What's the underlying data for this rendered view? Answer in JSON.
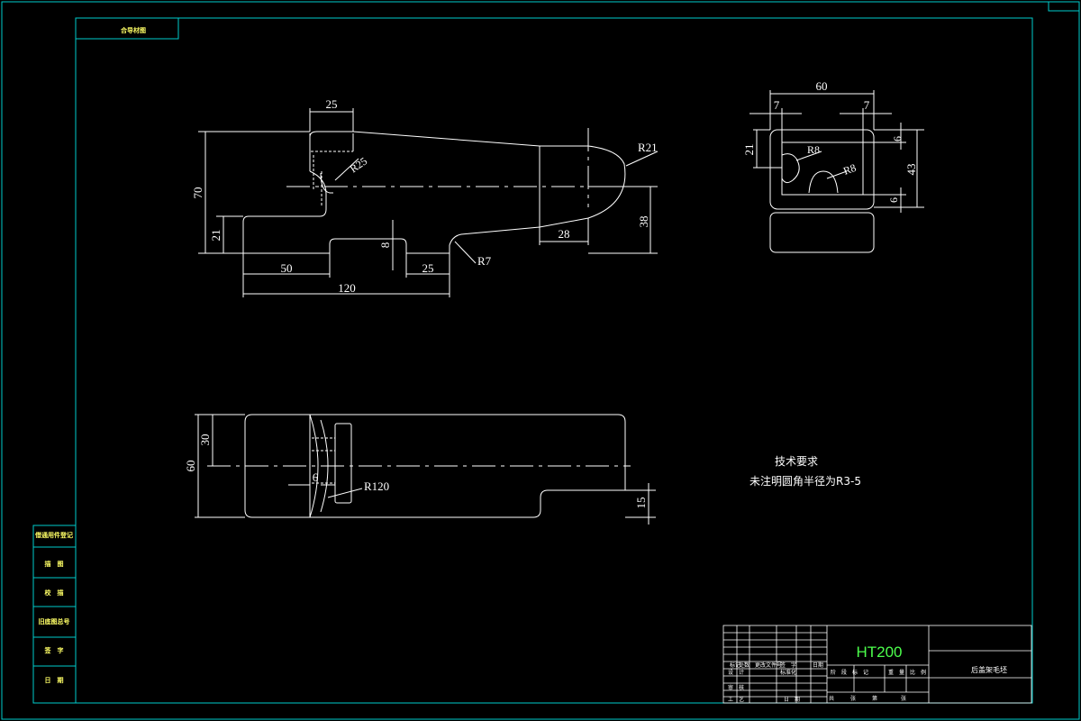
{
  "colors": {
    "background": "#000000",
    "frame": "#00cccc",
    "outline": "#ffffff",
    "material": "#4cff4c",
    "side_labels": "#ffff66"
  },
  "corner_tag": "合导材图",
  "front_view": {
    "dims": {
      "top_width": "25",
      "radius_big": "R25",
      "radius_nose": "R21",
      "height_total": "70",
      "height_step": "21",
      "slot_depth": "8",
      "nose_height": "38",
      "nose_len": "28",
      "radius_fillet": "R7",
      "len_50": "50",
      "len_25": "25",
      "len_120": "120"
    }
  },
  "side_view": {
    "dims": {
      "width": "60",
      "inset_left": "7",
      "inset_right": "7",
      "height_21": "21",
      "radius_r8_top": "R8",
      "radius_r8_bottom": "R8",
      "top_6": "6",
      "height_43": "43",
      "bottom_6": "6"
    }
  },
  "top_view": {
    "dims": {
      "width_60": "60",
      "half_30": "30",
      "offset_6": "6",
      "radius_r120": "R120",
      "notch_15": "15"
    }
  },
  "tech_requirements": {
    "title": "技术要求",
    "line1": "未注明圆角半径为R3-5"
  },
  "left_strip": {
    "rows": [
      "借通用件登记",
      "描　图",
      "校　描",
      "旧底图总号",
      "签　字",
      "日　期"
    ]
  },
  "title_block": {
    "material": "HT200",
    "part_name": "后盖架毛坯",
    "header_cells": [
      "标记",
      "处数",
      "更改文件号",
      "签　字",
      "日期"
    ],
    "row_design": "设　计",
    "row_standard": "标准化",
    "row_check": "审　核",
    "row_process": "工　艺",
    "row_date": "日　期",
    "stage_cells": [
      "阶　段　标　记",
      "重　量",
      "比　例"
    ],
    "sheet_cells": [
      "共",
      "张",
      "第",
      "张"
    ]
  }
}
